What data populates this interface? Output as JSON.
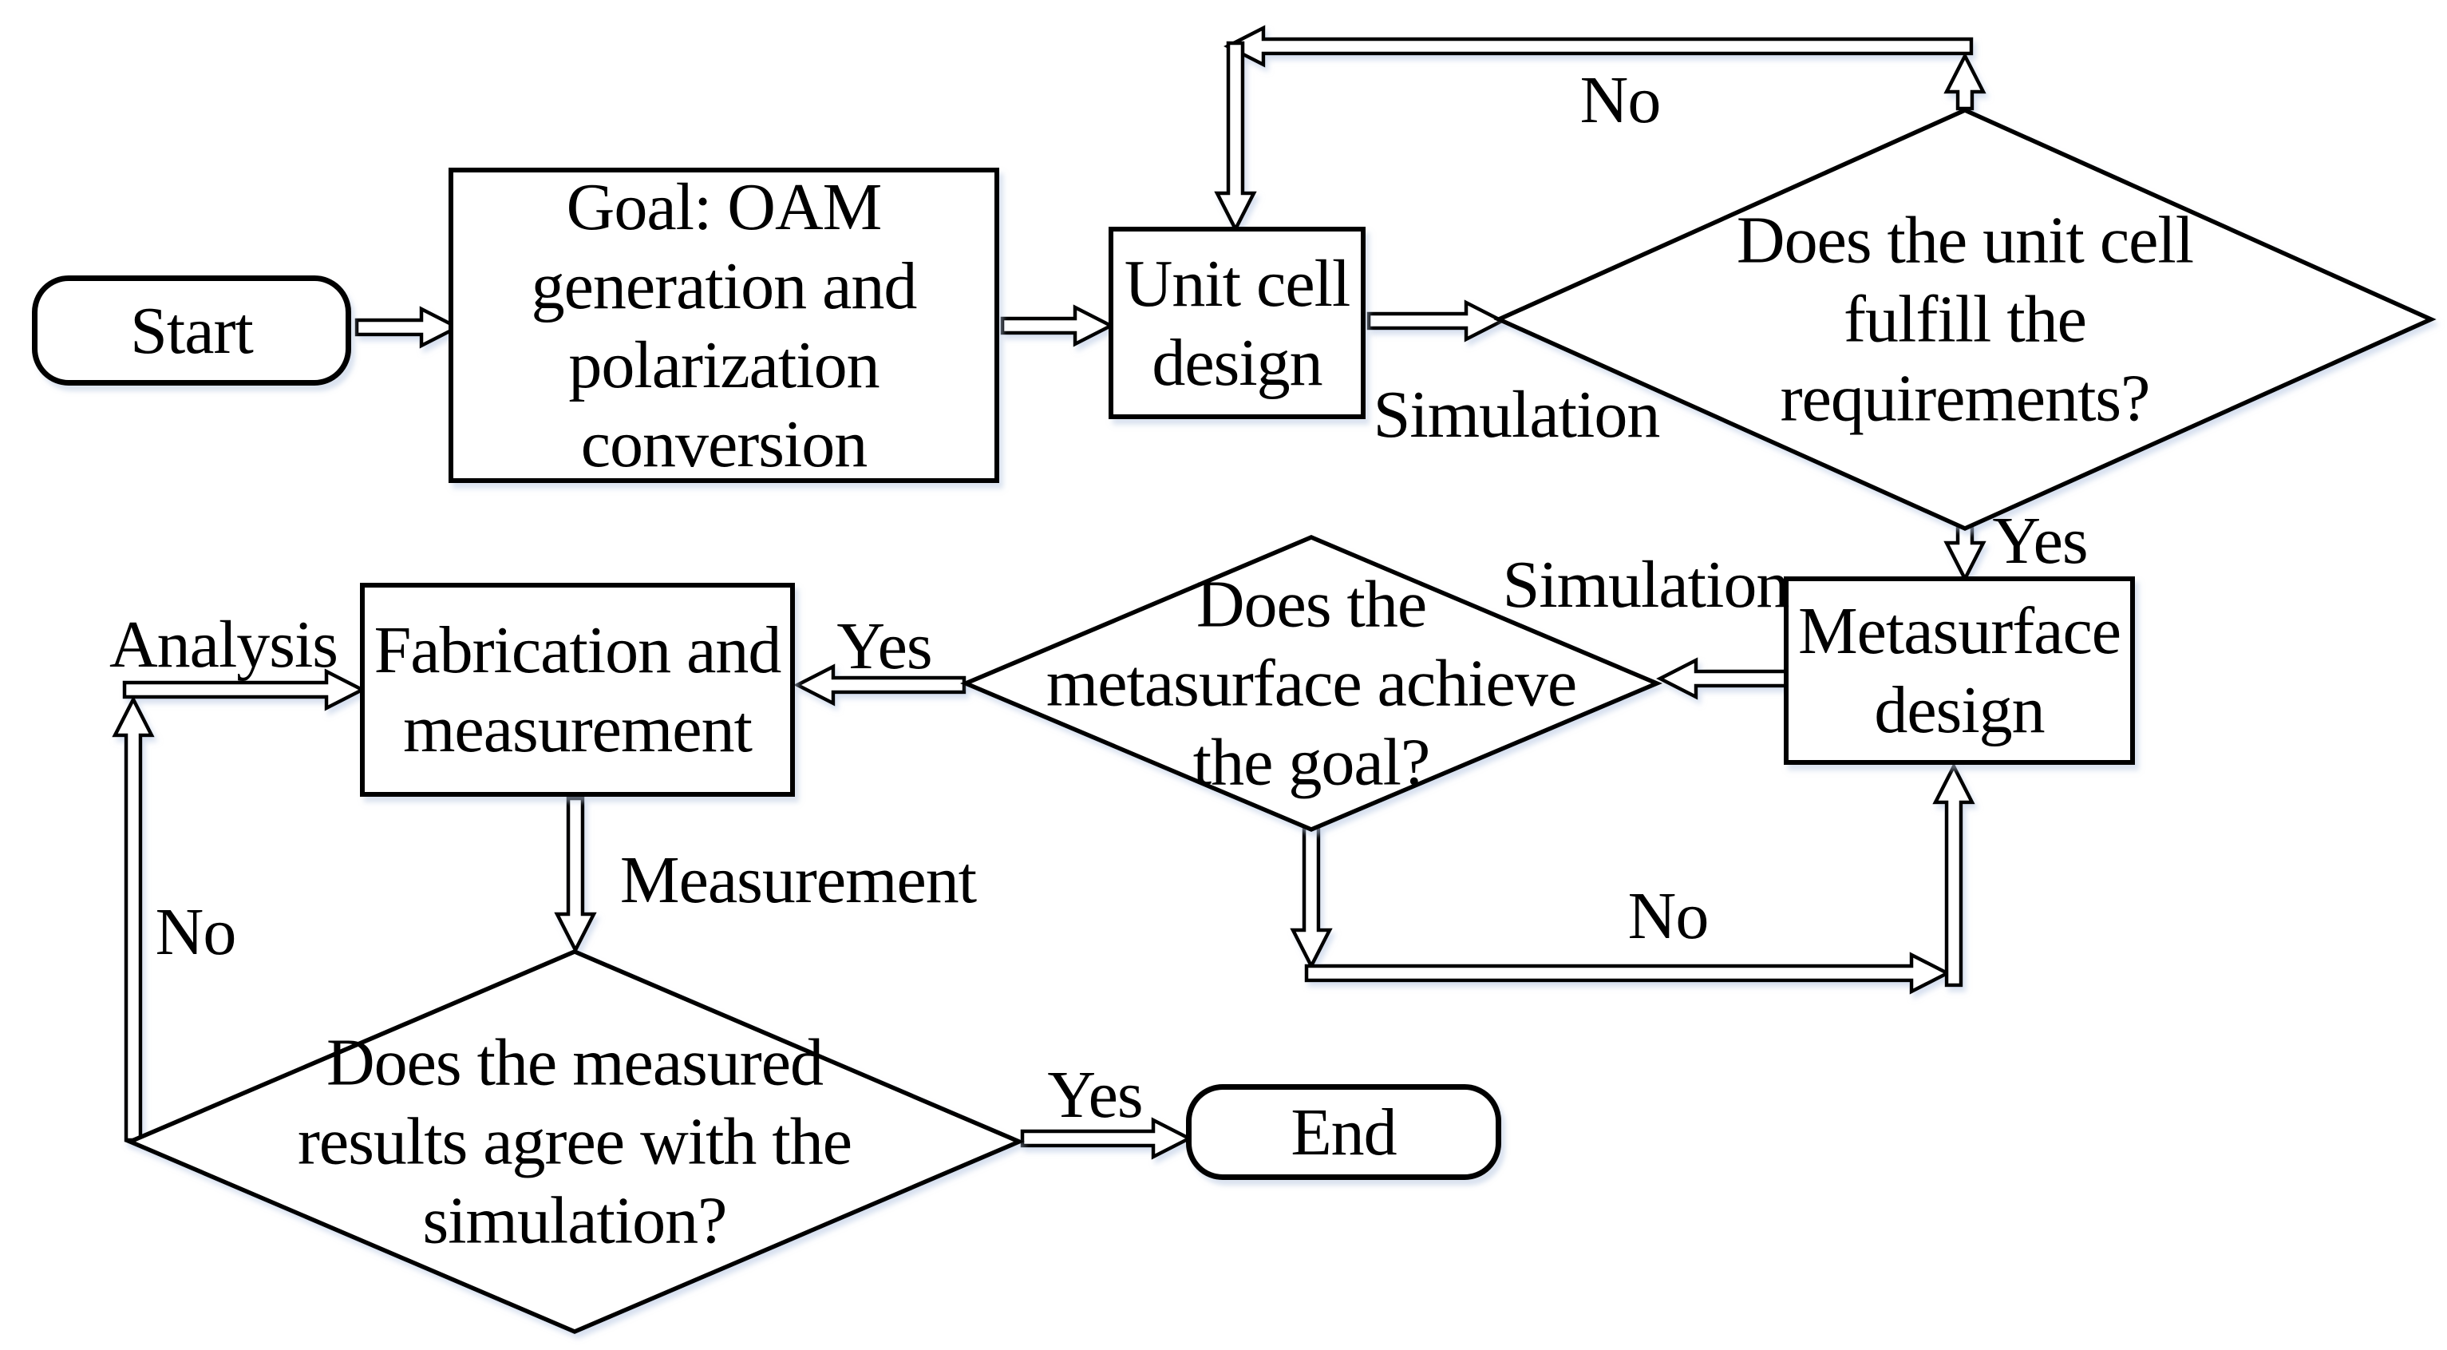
{
  "flowchart": {
    "type": "flowchart",
    "colors": {
      "stroke": "#000000",
      "fill": "#ffffff",
      "shadow": "#b7c7e2"
    },
    "nodes": {
      "start": {
        "shape": "terminator",
        "label": "Start"
      },
      "goal": {
        "shape": "process",
        "lines": [
          "Goal: OAM",
          "generation and",
          "polarization",
          "conversion"
        ]
      },
      "unit_cell_design": {
        "shape": "process",
        "lines": [
          "Unit cell",
          "design"
        ]
      },
      "unit_cell_check": {
        "shape": "decision",
        "lines": [
          "Does the unit cell",
          "fulfill the",
          "requirements?"
        ]
      },
      "metasurface_design": {
        "shape": "process",
        "lines": [
          "Metasurface",
          "design"
        ]
      },
      "metasurface_check": {
        "shape": "decision",
        "lines": [
          "Does the",
          "metasurface achieve",
          "the goal?"
        ]
      },
      "fabrication": {
        "shape": "process",
        "lines": [
          "Fabrication and",
          "measurement"
        ]
      },
      "measured_check": {
        "shape": "decision",
        "lines": [
          "Does the measured",
          "results agree with the",
          "simulation?"
        ]
      },
      "end": {
        "shape": "terminator",
        "label": "End"
      }
    },
    "labels": {
      "simulation_unit": "Simulation",
      "no_unit": "No",
      "yes_unit": "Yes",
      "simulation_meta": "Simulation",
      "yes_meta": "Yes",
      "no_meta": "No",
      "analysis": "Analysis",
      "measurement": "Measurement",
      "no_measured": "No",
      "yes_measured": "Yes"
    },
    "edges": [
      {
        "from": "start",
        "to": "goal",
        "label": ""
      },
      {
        "from": "goal",
        "to": "unit_cell_design",
        "label": ""
      },
      {
        "from": "unit_cell_design",
        "to": "unit_cell_check",
        "label": "Simulation"
      },
      {
        "from": "unit_cell_check",
        "to": "unit_cell_design",
        "label": "No"
      },
      {
        "from": "unit_cell_check",
        "to": "metasurface_design",
        "label": "Yes"
      },
      {
        "from": "metasurface_design",
        "to": "metasurface_check",
        "label": "Simulation"
      },
      {
        "from": "metasurface_check",
        "to": "fabrication",
        "label": "Yes"
      },
      {
        "from": "metasurface_check",
        "to": "metasurface_design",
        "label": "No"
      },
      {
        "from": "fabrication",
        "to": "measured_check",
        "label": "Measurement"
      },
      {
        "from": "measured_check",
        "to": "end",
        "label": "Yes"
      },
      {
        "from": "measured_check",
        "to": "fabrication",
        "label": "No / Analysis"
      }
    ]
  }
}
